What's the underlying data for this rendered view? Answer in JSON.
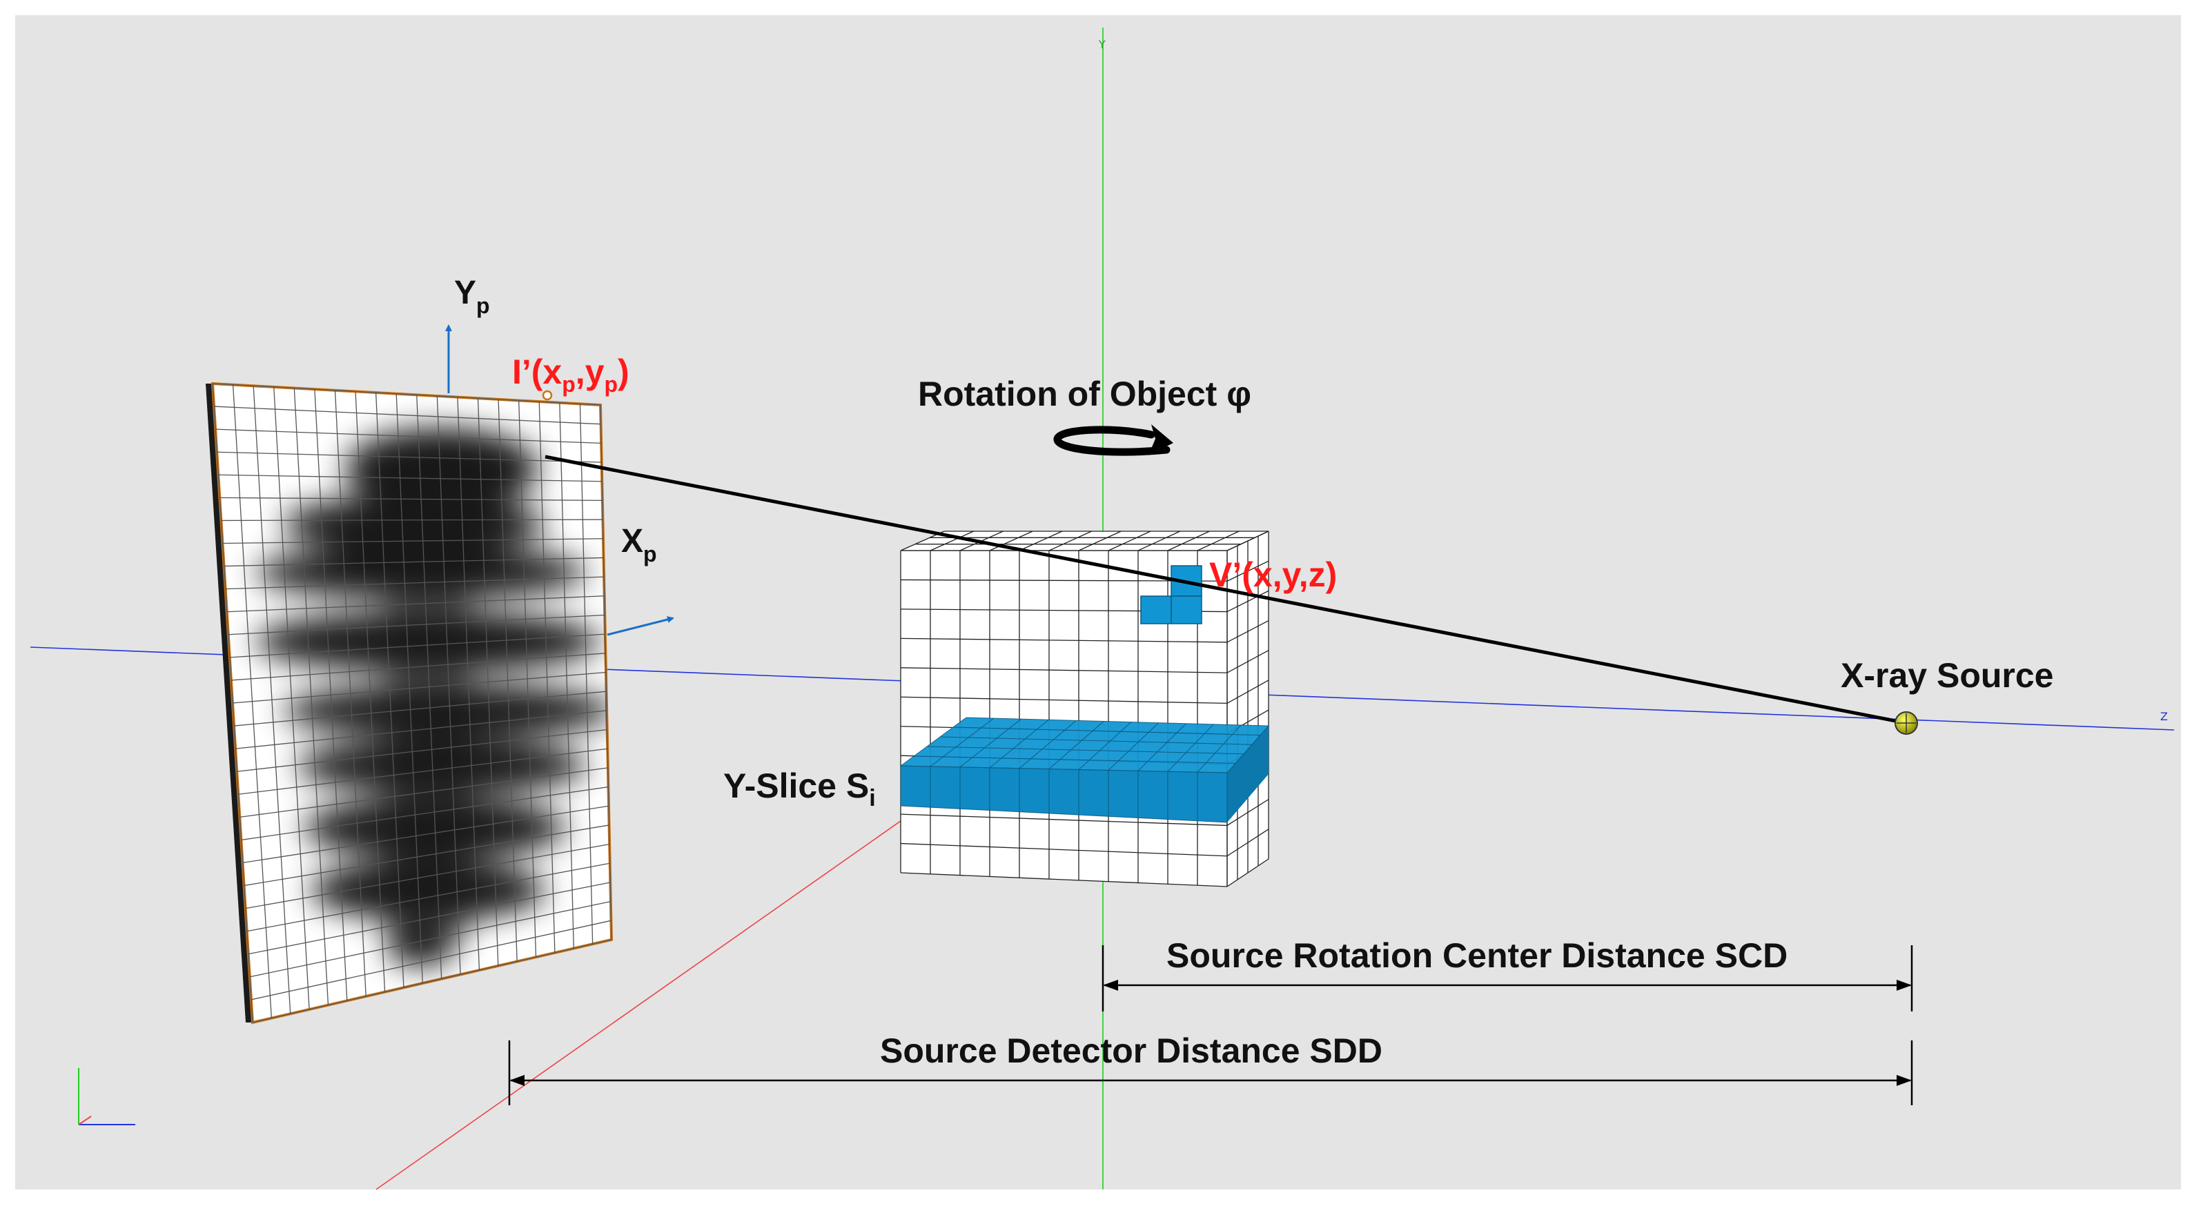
{
  "labels": {
    "yp_main": "Y",
    "yp_sub": "p",
    "xp_main": "X",
    "xp_sub": "p",
    "ip_pre": "I’(x",
    "ip_sub1": "p",
    "ip_mid": ",y",
    "ip_sub2": "p",
    "ip_post": ")",
    "rotation": "Rotation of Object  φ",
    "voxel": "V’(x,y,z)",
    "source": "X-ray Source",
    "yslice_main": "Y-Slice S",
    "yslice_sub": "i",
    "scd": "Source Rotation Center Distance   SCD",
    "sdd": "Source Detector Distance   SDD",
    "axis_y": "Y",
    "axis_z": "Z"
  },
  "colors": {
    "background": "#e4e4e4",
    "world_x_axis": "#2233dd",
    "world_y_axis": "#22cc22",
    "world_z_axis": "#ee4444",
    "detector_axes": "#1a6fc4",
    "voxel_fill": "#1196d3",
    "label_red": "#ff1a1a",
    "source_fill": "#c8c800"
  },
  "icons": {
    "rotation": "rotation-arrow-icon",
    "source": "xray-source-sphere-icon"
  }
}
